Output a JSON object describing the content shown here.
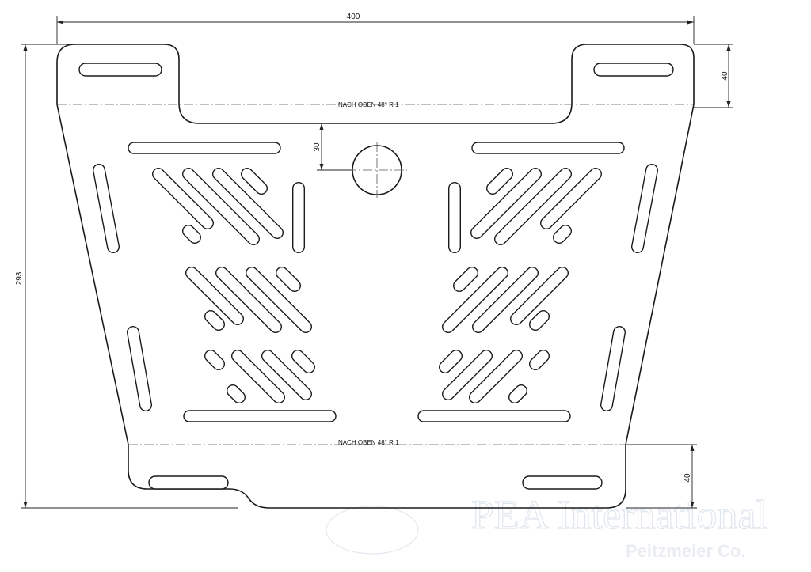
{
  "drawing": {
    "dimensions": {
      "overall_width": "400",
      "overall_height": "293",
      "top_tab_height": "40",
      "hole_offset": "30",
      "bottom_tab_height": "40"
    },
    "notes": {
      "top_bend": "NACH OBEN  48°  R 1",
      "bottom_bend": "NACH OBEN  48°  R 1"
    },
    "watermark": {
      "line1": "PEA International",
      "line2": "Peitzmeier Co."
    }
  }
}
